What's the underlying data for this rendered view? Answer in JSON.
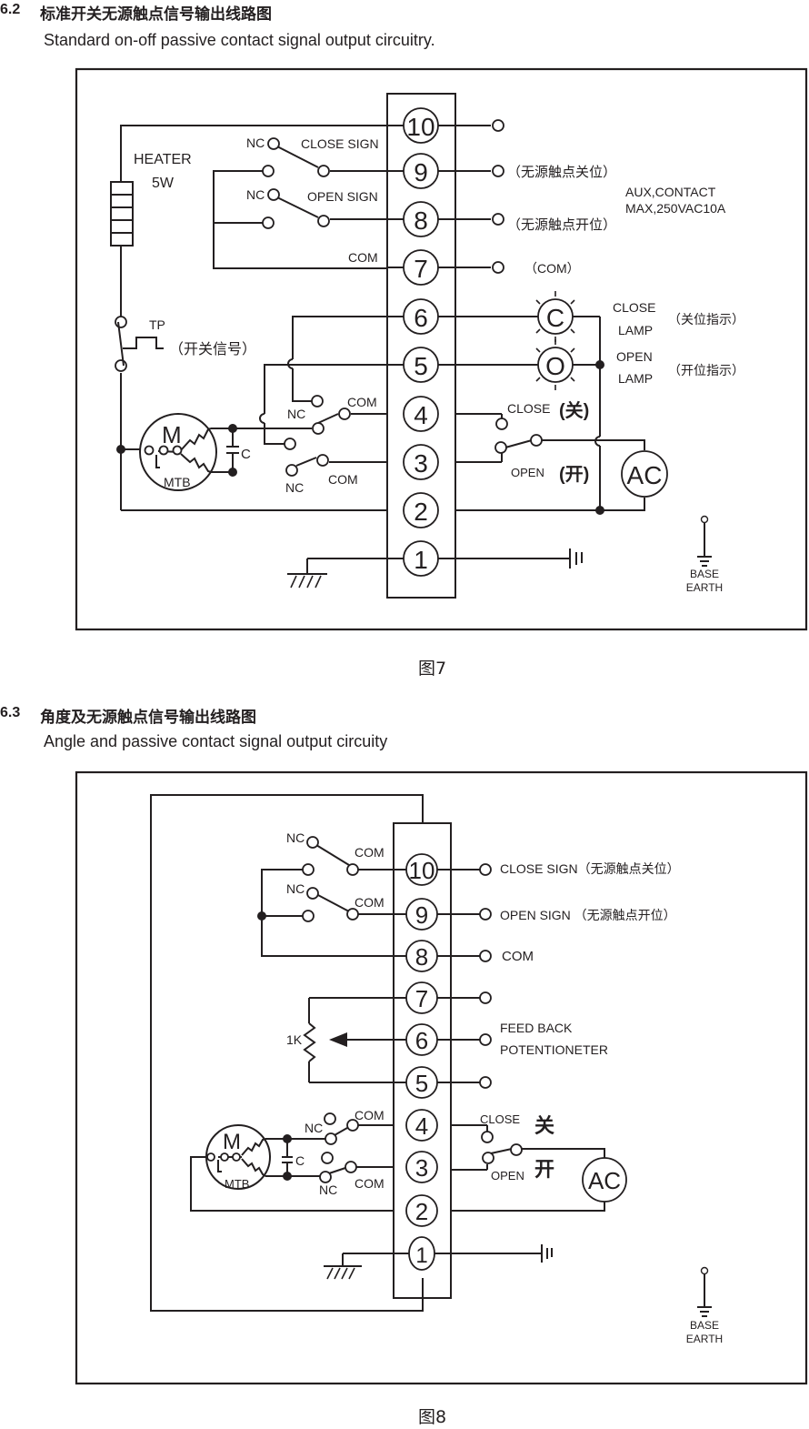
{
  "section1": {
    "number": "6.2",
    "title_cn": "标准开关无源触点信号输出线路图",
    "title_en": "Standard on-off  passive contact signal output circuitry.",
    "caption": "图7",
    "terminals": [
      "10",
      "9",
      "8",
      "7",
      "6",
      "5",
      "4",
      "3",
      "2",
      "1"
    ],
    "labels": {
      "heater": "HEATER",
      "heater_power": "5W",
      "nc1": "NC",
      "close_sign": "CLOSE SIGN",
      "nc2": "NC",
      "open_sign": "OPEN SIGN",
      "com": "COM",
      "out9": "（无源触点关位）",
      "out8": "（无源触点开位）",
      "out7": "（COM）",
      "aux1": "AUX,CONTACT",
      "aux2": "MAX,250VAC10A",
      "tp": "TP",
      "tp_cn": "（开关信号）",
      "lamp_c": "C",
      "lamp_o": "O",
      "close_lamp1": "CLOSE",
      "close_lamp2": "LAMP",
      "close_lamp_cn": "（关位指示）",
      "open_lamp1": "OPEN",
      "open_lamp2": "LAMP",
      "open_lamp_cn": "（开位指示）",
      "com4": "COM",
      "nc4": "NC",
      "nc3": "NC",
      "com3": "COM",
      "motor": "M",
      "mtb": "MTB",
      "cap": "C",
      "close_sw": "CLOSE",
      "close_sw_cn": "(关)",
      "open_sw": "OPEN",
      "open_sw_cn": "(开)",
      "ac": "AC",
      "base": "BASE",
      "earth": "EARTH"
    }
  },
  "section2": {
    "number": "6.3",
    "title_cn": "角度及无源触点信号输出线路图",
    "title_en": "Angle and passive contact signal output circuity",
    "caption": "图8",
    "terminals": [
      "10",
      "9",
      "8",
      "7",
      "6",
      "5",
      "4",
      "3",
      "2",
      "1"
    ],
    "labels": {
      "nc1": "NC",
      "com1": "COM",
      "nc2": "NC",
      "com2": "COM",
      "out10": "CLOSE SIGN（无源触点关位）",
      "out9": "OPEN SIGN （无源触点开位）",
      "out8": "COM",
      "pot": "1K",
      "feedback1": "FEED BACK",
      "feedback2": "POTENTIONETER",
      "nc4": "NC",
      "com4": "COM",
      "nc3": "NC",
      "com3": "COM",
      "motor": "M",
      "mtb": "MTB",
      "cap": "C",
      "close_sw": "CLOSE",
      "close_cn": "关",
      "open_sw": "OPEN",
      "open_cn": "开",
      "ac": "AC",
      "base": "BASE",
      "earth": "EARTH"
    }
  }
}
